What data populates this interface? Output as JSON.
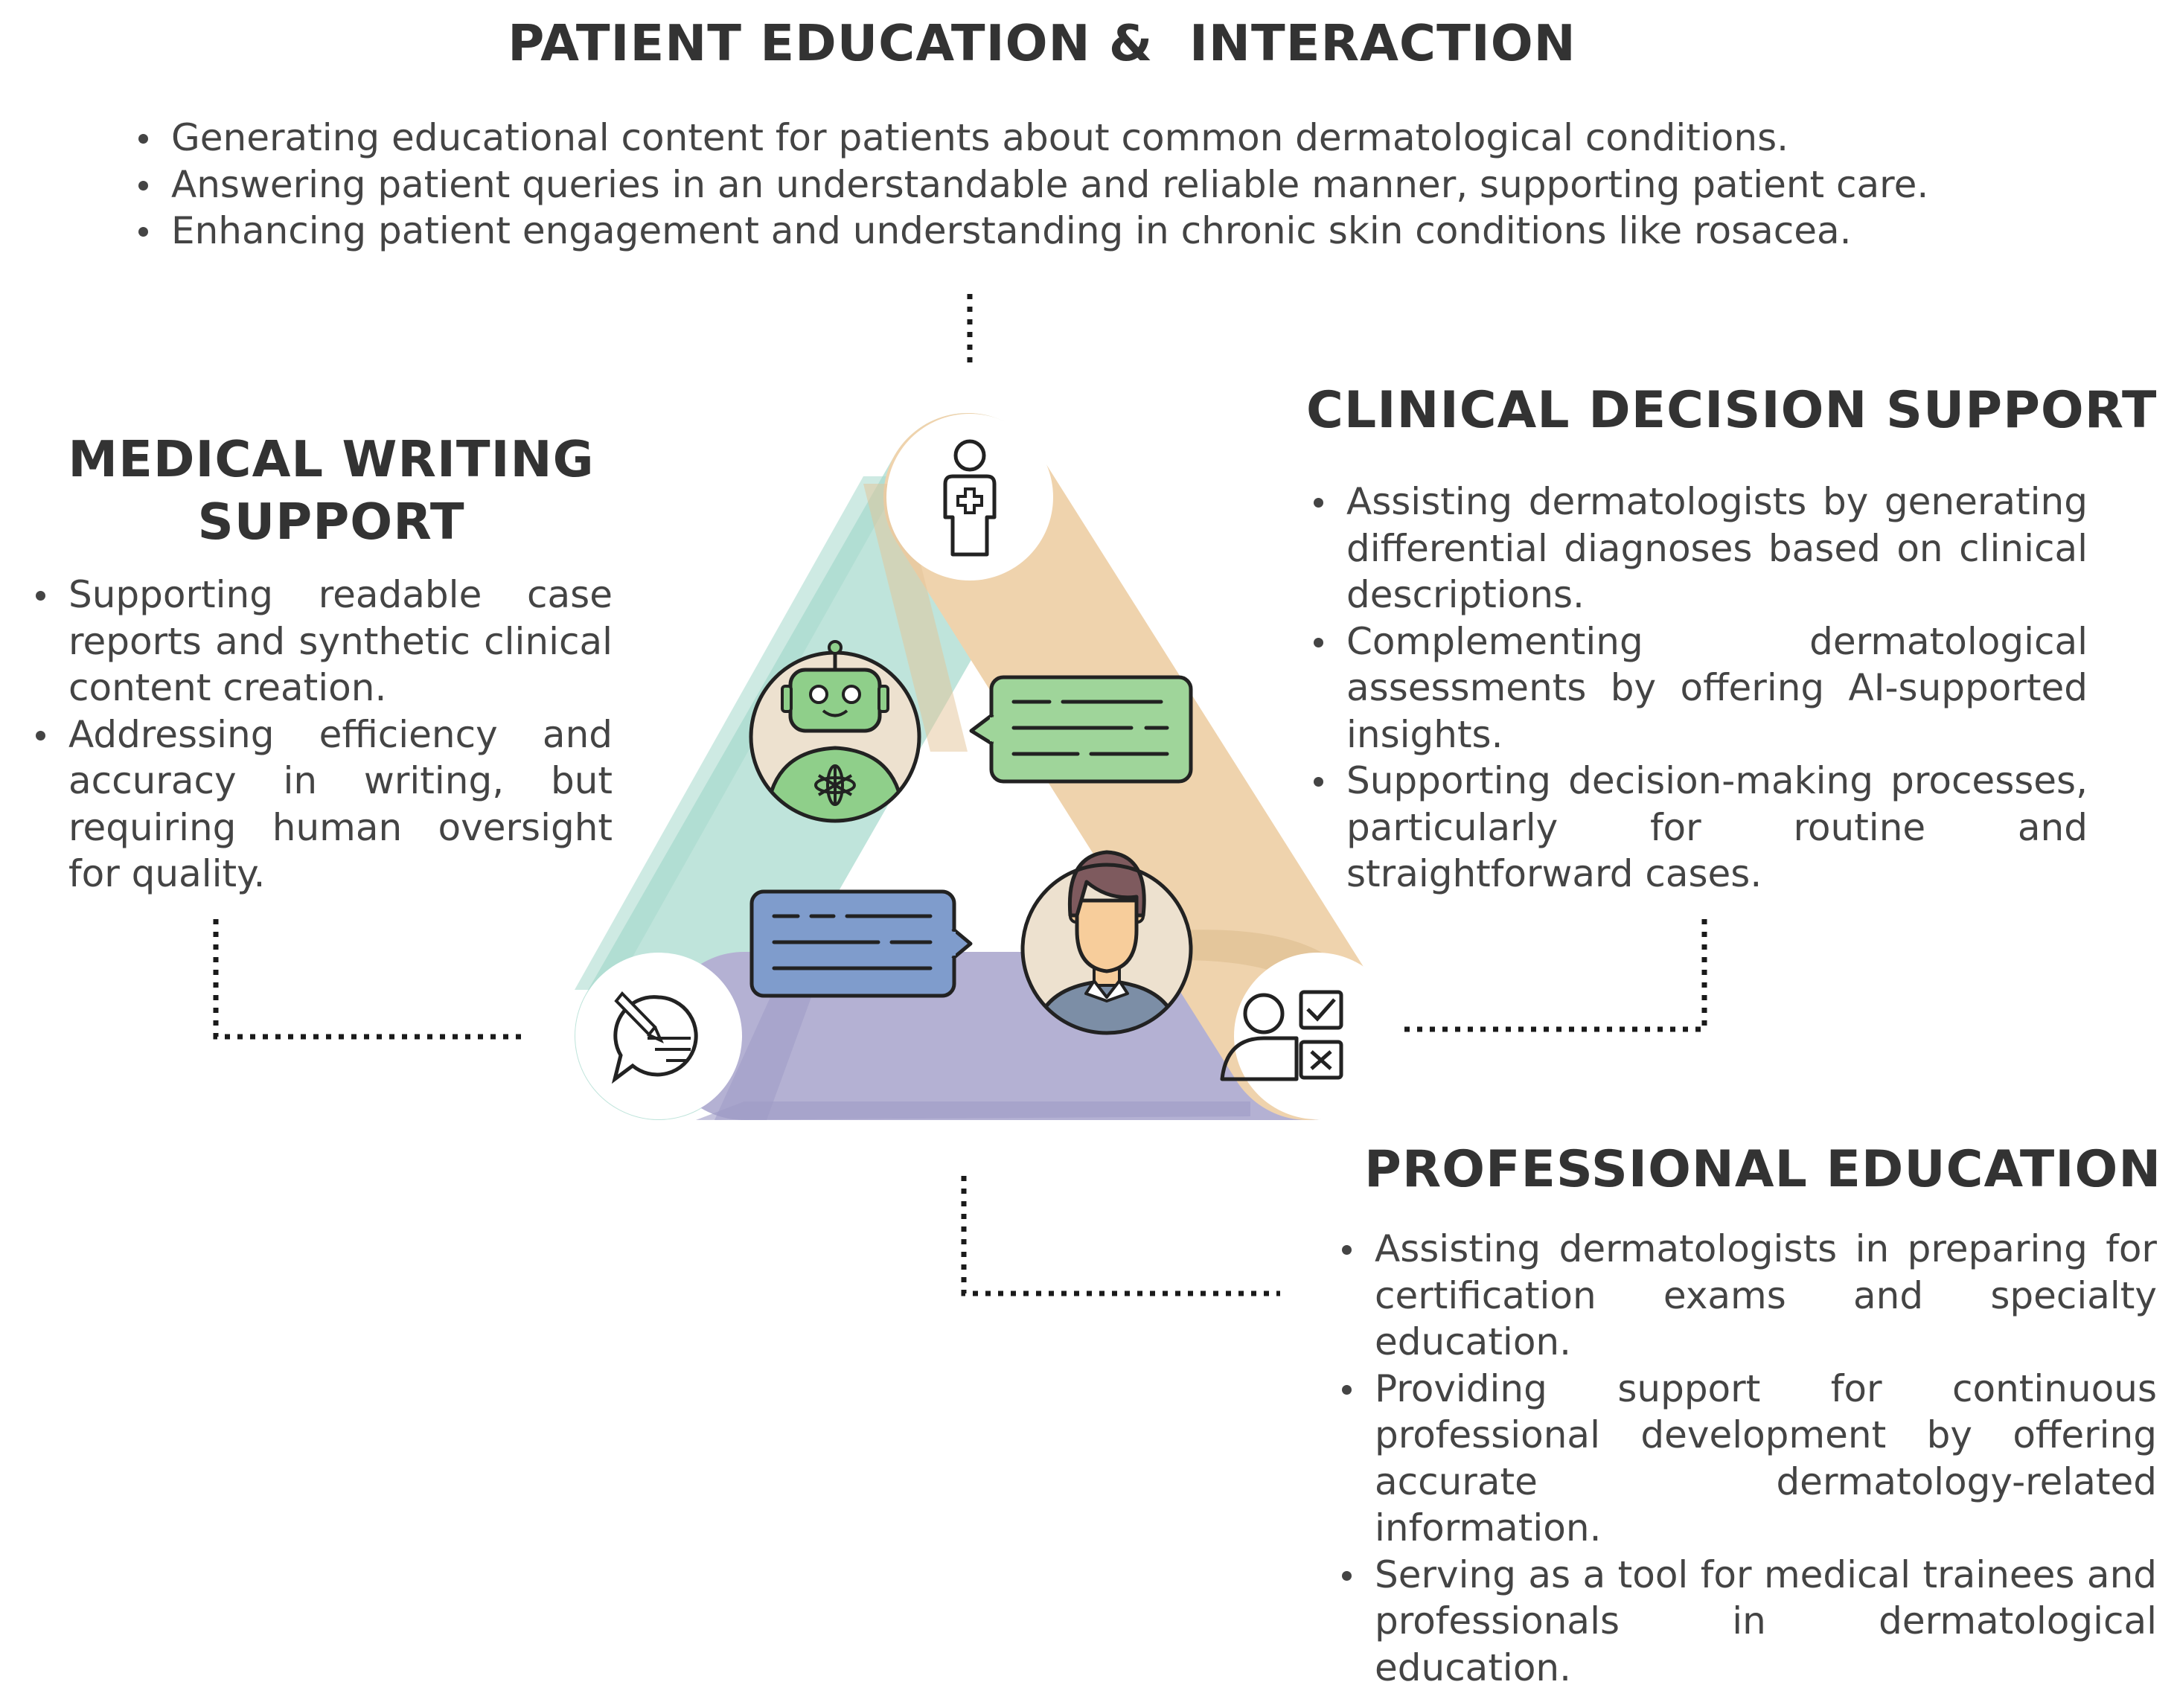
{
  "sections": {
    "patient_education": {
      "title": "PATIENT EDUCATION &  INTERACTION",
      "bullets": [
        "Generating educational content for patients about common dermatological conditions.",
        "Answering patient queries in an understandable and reliable manner, supporting patient care.",
        "Enhancing patient engagement and understanding in chronic skin conditions like rosacea."
      ]
    },
    "clinical_decision": {
      "title": "CLINICAL DECISION SUPPORT",
      "bullets": [
        "Assisting dermatologists by generating differential diagnoses based on clinical descriptions.",
        "Complementing dermatological assessments by offering AI-supported insights.",
        "Supporting decision-making processes, particularly for routine and straightforward cases."
      ]
    },
    "medical_writing": {
      "title_line1": "MEDICAL WRITING",
      "title_line2": "SUPPORT",
      "bullets": [
        "Supporting readable case reports and synthetic clinical content creation.",
        "Addressing efficiency and accuracy in writing, but requiring human oversight for quality."
      ]
    },
    "professional_education": {
      "title": "PROFESSIONAL EDUCATION",
      "bullets": [
        "Assisting dermatologists in preparing for certification exams and specialty education.",
        "Providing support for continuous professional development by offering accurate dermatology-related information.",
        "Serving as a tool for medical trainees and professionals in dermatological education."
      ]
    }
  },
  "colors": {
    "teal_band": "#bfe4db",
    "peach_band": "#efd3ad",
    "purple_band": "#b4b1d3",
    "robot_green": "#8fcf8a",
    "bubble_green": "#9fd59a",
    "bubble_blue": "#7f9ccc",
    "person_shirt": "#7c8ea6",
    "person_hair": "#7e5a5e",
    "person_skin": "#f7cd9b",
    "icon_circle_bg": "#ede1cf",
    "text": "#333333"
  },
  "icons": [
    "doctor-icon",
    "robot-icon",
    "chat-bubble-green-icon",
    "chat-bubble-blue-icon",
    "person-avatar-icon",
    "writing-chat-icon",
    "assessment-checklist-icon"
  ]
}
